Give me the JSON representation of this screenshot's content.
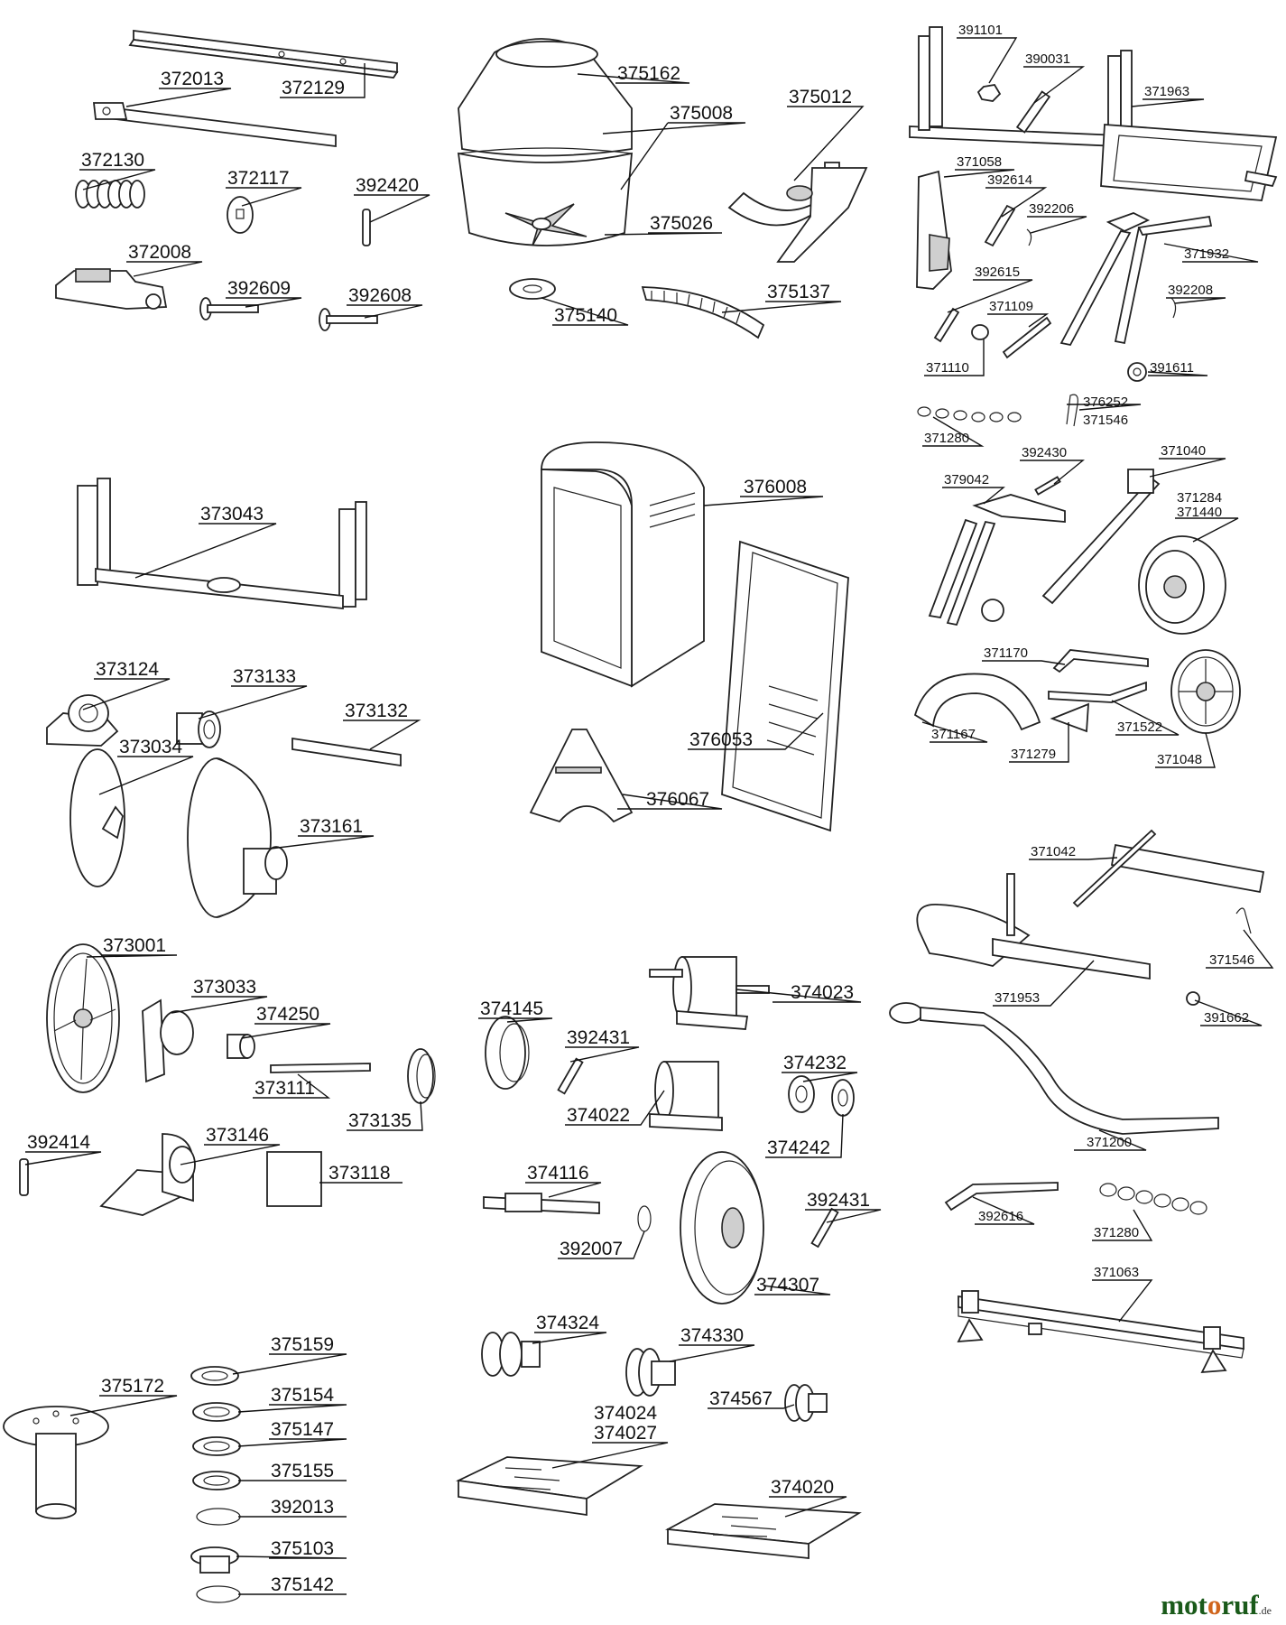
{
  "parts": [
    {
      "id": "p372013",
      "label": "372013"
    },
    {
      "id": "p372129",
      "label": "372129"
    },
    {
      "id": "p372130",
      "label": "372130"
    },
    {
      "id": "p372117",
      "label": "372117"
    },
    {
      "id": "p392420",
      "label": "392420"
    },
    {
      "id": "p372008",
      "label": "372008"
    },
    {
      "id": "p392609",
      "label": "392609"
    },
    {
      "id": "p392608",
      "label": "392608"
    },
    {
      "id": "p375162",
      "label": "375162"
    },
    {
      "id": "p375008",
      "label": "375008"
    },
    {
      "id": "p375026",
      "label": "375026"
    },
    {
      "id": "p375012",
      "label": "375012"
    },
    {
      "id": "p375140",
      "label": "375140"
    },
    {
      "id": "p375137",
      "label": "375137"
    },
    {
      "id": "p391101",
      "label": "391101"
    },
    {
      "id": "p390031",
      "label": "390031"
    },
    {
      "id": "p371963",
      "label": "371963"
    },
    {
      "id": "p371058",
      "label": "371058"
    },
    {
      "id": "p392614",
      "label": "392614"
    },
    {
      "id": "p392206",
      "label": "392206"
    },
    {
      "id": "p371932",
      "label": "371932"
    },
    {
      "id": "p392615",
      "label": "392615"
    },
    {
      "id": "p392208",
      "label": "392208"
    },
    {
      "id": "p371109",
      "label": "371109"
    },
    {
      "id": "p371110",
      "label": "371110"
    },
    {
      "id": "p391611",
      "label": "391611"
    },
    {
      "id": "p371280a",
      "label": "371280"
    },
    {
      "id": "p376252",
      "label": "376252"
    },
    {
      "id": "p371546a",
      "label": "371546"
    },
    {
      "id": "p373043",
      "label": "373043"
    },
    {
      "id": "p376008",
      "label": "376008"
    },
    {
      "id": "p392430",
      "label": "392430"
    },
    {
      "id": "p371040",
      "label": "371040"
    },
    {
      "id": "p379042",
      "label": "379042"
    },
    {
      "id": "p371284",
      "label": "371284"
    },
    {
      "id": "p371440",
      "label": "371440"
    },
    {
      "id": "p373124",
      "label": "373124"
    },
    {
      "id": "p373133",
      "label": "373133"
    },
    {
      "id": "p373132",
      "label": "373132"
    },
    {
      "id": "p371170",
      "label": "371170"
    },
    {
      "id": "p371167",
      "label": "371167"
    },
    {
      "id": "p371279",
      "label": "371279"
    },
    {
      "id": "p371522",
      "label": "371522"
    },
    {
      "id": "p371048",
      "label": "371048"
    },
    {
      "id": "p376053",
      "label": "376053"
    },
    {
      "id": "p373034",
      "label": "373034"
    },
    {
      "id": "p373161",
      "label": "373161"
    },
    {
      "id": "p376067",
      "label": "376067"
    },
    {
      "id": "p371042",
      "label": "371042"
    },
    {
      "id": "p371953",
      "label": "371953"
    },
    {
      "id": "p371546b",
      "label": "371546"
    },
    {
      "id": "p391662",
      "label": "391662"
    },
    {
      "id": "p373001",
      "label": "373001"
    },
    {
      "id": "p373033",
      "label": "373033"
    },
    {
      "id": "p374250",
      "label": "374250"
    },
    {
      "id": "p374145",
      "label": "374145"
    },
    {
      "id": "p392431a",
      "label": "392431"
    },
    {
      "id": "p374023",
      "label": "374023"
    },
    {
      "id": "p373111",
      "label": "373111"
    },
    {
      "id": "p373135",
      "label": "373135"
    },
    {
      "id": "p374022",
      "label": "374022"
    },
    {
      "id": "p374232",
      "label": "374232"
    },
    {
      "id": "p374242",
      "label": "374242"
    },
    {
      "id": "p371200",
      "label": "371200"
    },
    {
      "id": "p392414",
      "label": "392414"
    },
    {
      "id": "p373146",
      "label": "373146"
    },
    {
      "id": "p373118",
      "label": "373118"
    },
    {
      "id": "p374116",
      "label": "374116"
    },
    {
      "id": "p392431b",
      "label": "392431"
    },
    {
      "id": "p392007",
      "label": "392007"
    },
    {
      "id": "p374307",
      "label": "374307"
    },
    {
      "id": "p392616",
      "label": "392616"
    },
    {
      "id": "p371280b",
      "label": "371280"
    },
    {
      "id": "p371063",
      "label": "371063"
    },
    {
      "id": "p375159",
      "label": "375159"
    },
    {
      "id": "p375172",
      "label": "375172"
    },
    {
      "id": "p375154",
      "label": "375154"
    },
    {
      "id": "p375147",
      "label": "375147"
    },
    {
      "id": "p375155",
      "label": "375155"
    },
    {
      "id": "p392013",
      "label": "392013"
    },
    {
      "id": "p375103",
      "label": "375103"
    },
    {
      "id": "p375142",
      "label": "375142"
    },
    {
      "id": "p374324",
      "label": "374324"
    },
    {
      "id": "p374330",
      "label": "374330"
    },
    {
      "id": "p374567",
      "label": "374567"
    },
    {
      "id": "p374024",
      "label": "374024"
    },
    {
      "id": "p374027",
      "label": "374027"
    },
    {
      "id": "p374020",
      "label": "374020"
    }
  ],
  "brand": {
    "name_a": "mot",
    "name_o": "o",
    "name_b": "ruf",
    "suffix": ".de"
  }
}
